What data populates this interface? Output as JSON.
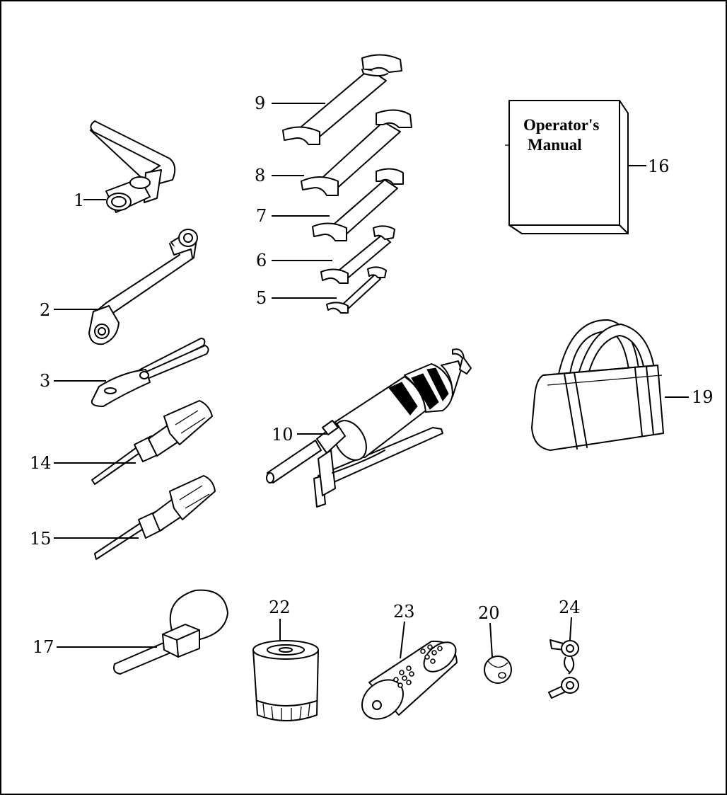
{
  "manual": {
    "line1": "Operator's",
    "line2": "Manual"
  },
  "callouts": [
    {
      "id": "1",
      "label": "1"
    },
    {
      "id": "2",
      "label": "2"
    },
    {
      "id": "3",
      "label": "3"
    },
    {
      "id": "5",
      "label": "5"
    },
    {
      "id": "6",
      "label": "6"
    },
    {
      "id": "7",
      "label": "7"
    },
    {
      "id": "8",
      "label": "8"
    },
    {
      "id": "9",
      "label": "9"
    },
    {
      "id": "10",
      "label": "10"
    },
    {
      "id": "14",
      "label": "14"
    },
    {
      "id": "15",
      "label": "15"
    },
    {
      "id": "16",
      "label": "16"
    },
    {
      "id": "17",
      "label": "17"
    },
    {
      "id": "19",
      "label": "19"
    },
    {
      "id": "20",
      "label": "20"
    },
    {
      "id": "22",
      "label": "22"
    },
    {
      "id": "23",
      "label": "23"
    },
    {
      "id": "24",
      "label": "24"
    }
  ]
}
